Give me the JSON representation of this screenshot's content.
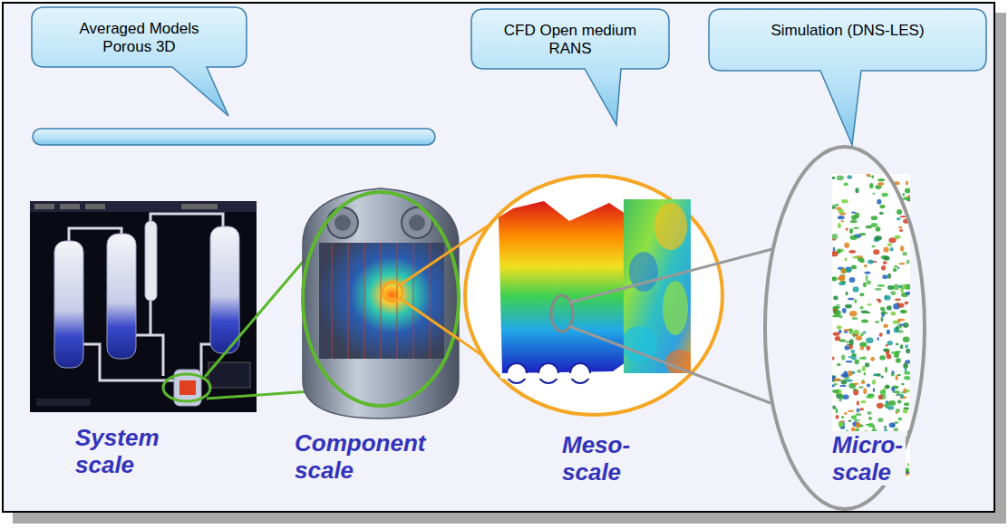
{
  "diagram": {
    "nodes": [
      {
        "text": [
          "Averaged Models Porous 3D"
        ]
      },
      {
        "text": [
          "CFD Open medium RANS"
        ]
      },
      {
        "text": [
          "Simulation (DNS-LES)"
        ]
      }
    ],
    "labels": [
      "System scale",
      "Component scale",
      "Meso- scale",
      "Micro- scale"
    ]
  }
}
